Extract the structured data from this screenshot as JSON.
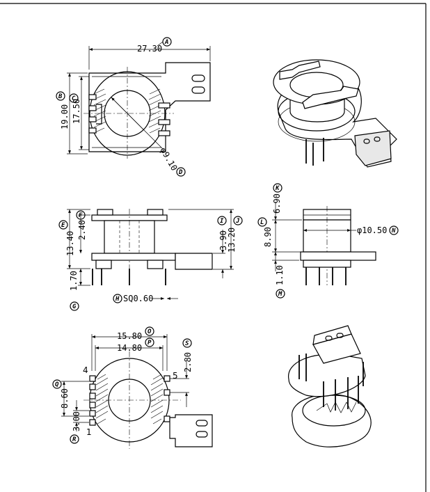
{
  "top_view": {
    "dimensions": {
      "width": "27.30",
      "height_outer": "19.00",
      "height_inner": "17.50",
      "core_diameter": "φ9.10"
    },
    "callouts": {
      "width": "A",
      "height_outer": "B",
      "height_inner": "C",
      "core_diameter": "D"
    }
  },
  "front_view": {
    "dimensions": {
      "height_total": "13.40",
      "flange": "2.40",
      "pin_length": "1.70",
      "pin_section": "SQ0.60",
      "winding_height": "3.90",
      "body_height": "13.20"
    },
    "callouts": {
      "height_total": "E",
      "flange": "F",
      "pin_length": "G",
      "pin_section": "H",
      "winding_height": "I",
      "body_height": "J"
    }
  },
  "side_view": {
    "dimensions": {
      "top_height": "6.90",
      "mid_height": "8.90",
      "bottom_height": "1.10",
      "bobbin_diameter": "φ10.50"
    },
    "callouts": {
      "top_height": "K",
      "mid_height": "L",
      "bottom_height": "M",
      "bobbin_diameter": "N"
    }
  },
  "bottom_view": {
    "dimensions": {
      "width_outer": "15.80",
      "width_inner": "14.80",
      "pin_offset": "2.80",
      "pin_row_span": "8.60",
      "pin_pitch": "3.00"
    },
    "callouts": {
      "width_outer": "O",
      "width_inner": "P",
      "pin_offset": "S",
      "pin_row_span": "Q",
      "pin_pitch": "R"
    },
    "pin_numbers": {
      "top_left": "4",
      "top_right": "5",
      "bottom_left": "1"
    }
  },
  "colors": {
    "line": "#000000",
    "background": "#ffffff"
  }
}
